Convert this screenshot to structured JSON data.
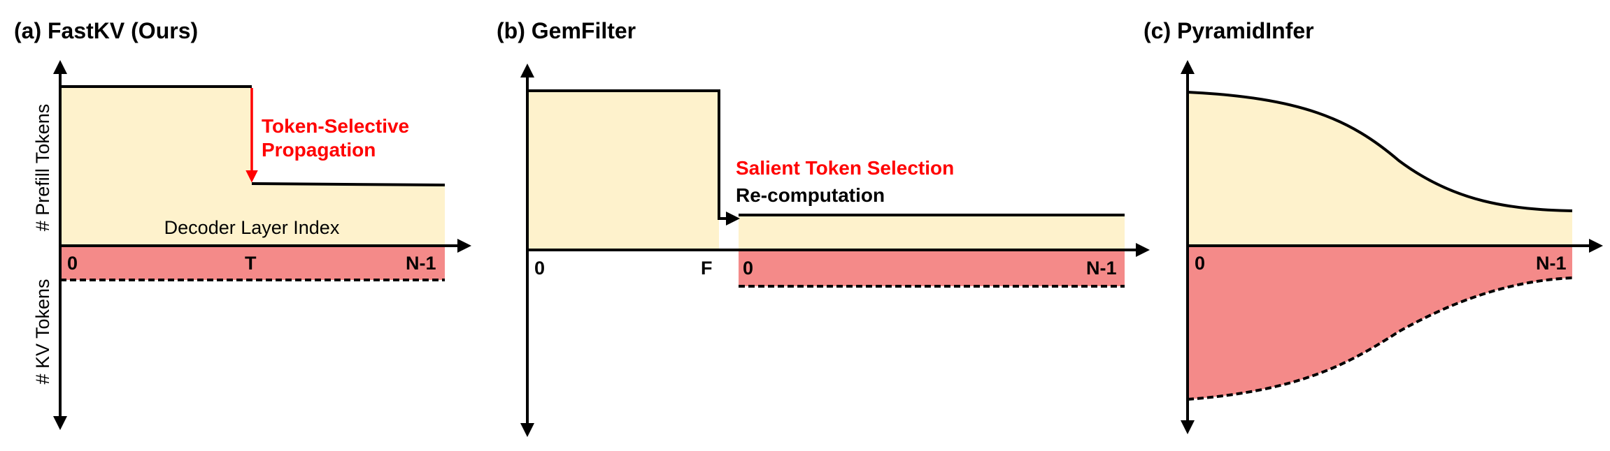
{
  "colors": {
    "prefill_fill": "#FEF2CC",
    "kv_fill": "#F48A89",
    "accent_red": "#FF0000",
    "axis": "#000000"
  },
  "panels": {
    "a": {
      "title": "(a) FastKV (Ours)",
      "y_label_top": "# Prefill Tokens",
      "y_label_bottom": "# KV Tokens",
      "x_label": "Decoder Layer Index",
      "ticks": [
        "0",
        "T",
        "N-1"
      ],
      "annotation": [
        "Token-Selective",
        "Propagation"
      ]
    },
    "b": {
      "title": "(b) GemFilter",
      "ticks": [
        "0",
        "F",
        "0",
        "N-1"
      ],
      "annotation_red": "Salient Token Selection",
      "annotation_black": "Re-computation"
    },
    "c": {
      "title": "(c) PyramidInfer",
      "ticks": [
        "0",
        "N-1"
      ]
    }
  }
}
